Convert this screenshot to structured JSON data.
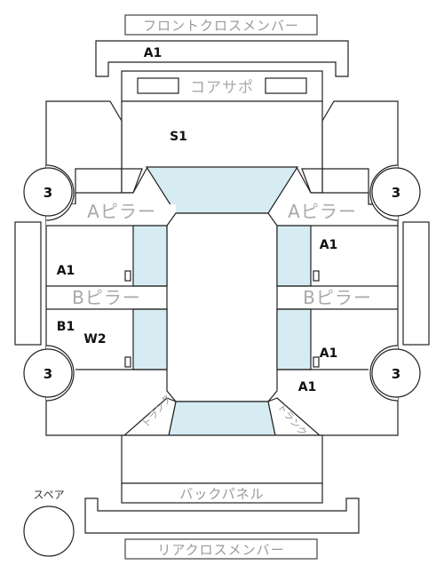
{
  "labels": {
    "front_cross_member": "フロントクロスメンバー",
    "core_support": "コアサポ",
    "a_pillar": "Aピラー",
    "b_pillar": "Bピラー",
    "back_panel": "バックパネル",
    "rear_cross_member": "リアクロスメンバー",
    "spare": "スペア",
    "trunk_left": "トランク",
    "trunk_right": "トランク"
  },
  "codes": {
    "front_member": "A1",
    "roof_front": "S1",
    "left_front_door": "A1",
    "left_rear_door_b": "B1",
    "left_rear_door_w": "W2",
    "right_front_door": "A1",
    "right_rear_door": "A1",
    "right_rear_quarter": "A1"
  },
  "wheels": {
    "front_left": "3",
    "front_right": "3",
    "rear_left": "3",
    "rear_right": "3"
  },
  "colors": {
    "glass": "#d6ebf2",
    "line": "#222222",
    "label_gray": "#9a9a9a"
  }
}
